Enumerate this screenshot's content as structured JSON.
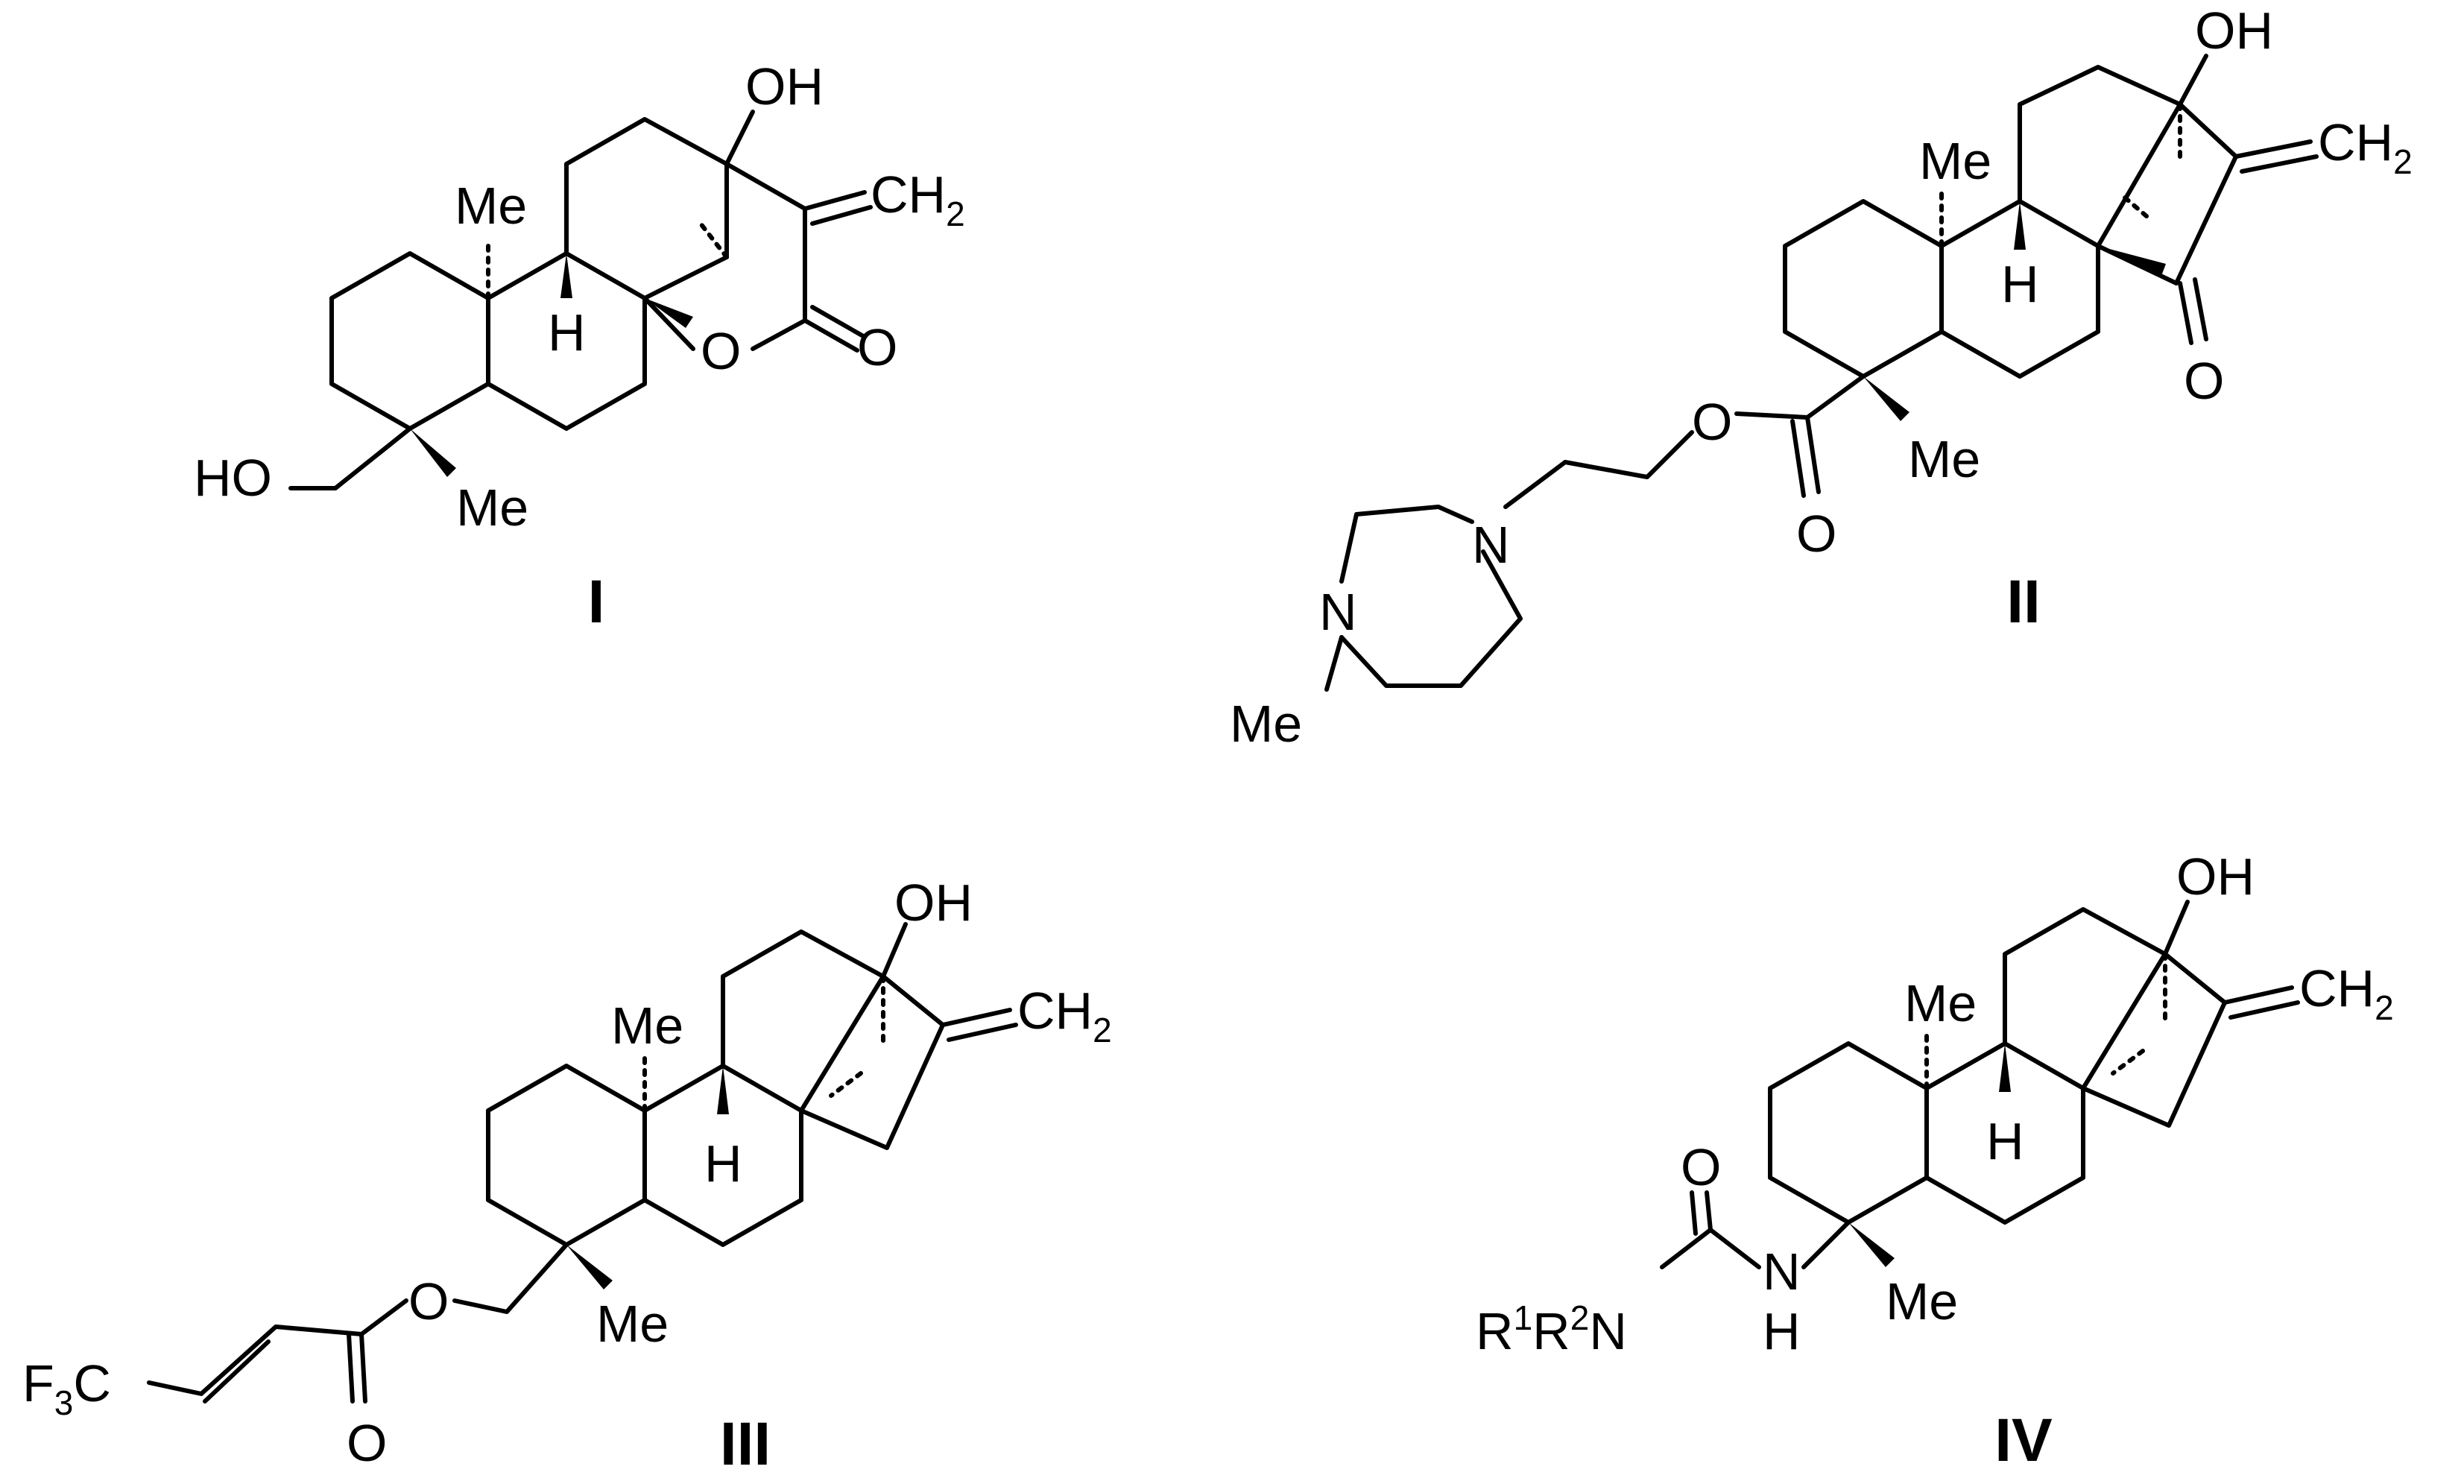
{
  "compounds": [
    {
      "id": "I",
      "label": "I",
      "atom_labels": {
        "oh": "OH",
        "ch2": "CH",
        "ch2_sub": "2",
        "me": "Me",
        "h": "H",
        "o_ring": "O",
        "o_carbonyl": "O",
        "ho": "HO",
        "me2": "Me"
      }
    },
    {
      "id": "II",
      "label": "II",
      "atom_labels": {
        "oh": "OH",
        "ch2": "CH",
        "ch2_sub": "2",
        "me": "Me",
        "h": "H",
        "o_ketone": "O",
        "me2": "Me",
        "o_ester": "O",
        "o_carbonyl": "O",
        "n1": "N",
        "n2": "N",
        "me3": "Me"
      }
    },
    {
      "id": "III",
      "label": "III",
      "atom_labels": {
        "oh": "OH",
        "ch2": "CH",
        "ch2_sub": "2",
        "me": "Me",
        "h": "H",
        "me2": "Me",
        "o_ester": "O",
        "o_carbonyl": "O",
        "f3c_f": "F",
        "f3c_sub": "3",
        "f3c_c": "C"
      }
    },
    {
      "id": "IV",
      "label": "IV",
      "atom_labels": {
        "oh": "OH",
        "ch2": "CH",
        "ch2_sub": "2",
        "me": "Me",
        "h": "H",
        "me2": "Me",
        "o_carbonyl": "O",
        "nh_n": "N",
        "nh_h": "H",
        "r1": "R",
        "r1_sup": "1",
        "r2": "R",
        "r2_sup": "2",
        "n_amine": "N"
      }
    }
  ]
}
